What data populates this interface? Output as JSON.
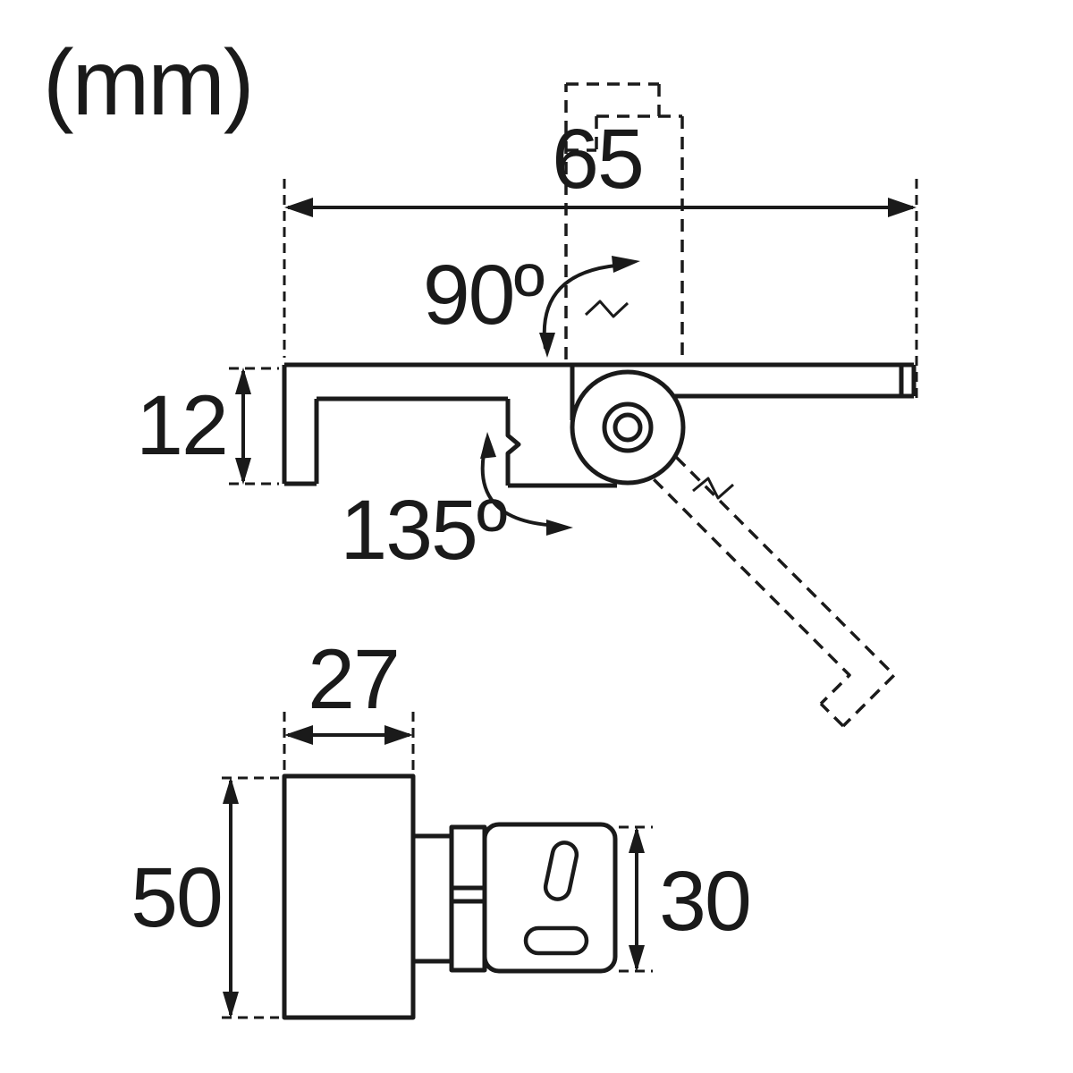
{
  "units_label": "(mm)",
  "side_view": {
    "overall_width": "65",
    "fold_up_angle": "90º",
    "profile_height": "12",
    "fold_down_angle": "135º"
  },
  "front_view": {
    "body_width": "27",
    "body_height": "50",
    "plate_height": "30"
  },
  "colors": {
    "line": "#1a1a1a",
    "background": "#ffffff"
  }
}
